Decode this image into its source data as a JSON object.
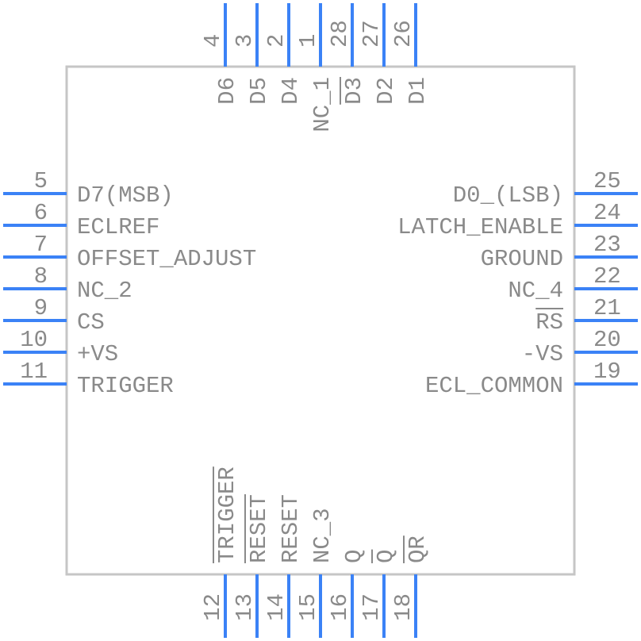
{
  "component": {
    "colors": {
      "pin": "#3b82f6",
      "text": "#8a8a8a",
      "body_outline": "#c6c6c6",
      "background": "#ffffff"
    },
    "pins": {
      "top": [
        {
          "num": "4",
          "name": "D6"
        },
        {
          "num": "3",
          "name": "D5"
        },
        {
          "num": "2",
          "name": "D4"
        },
        {
          "num": "1",
          "name": "NC_1"
        },
        {
          "num": "28",
          "name": "D3",
          "overbar": true
        },
        {
          "num": "27",
          "name": "D2"
        },
        {
          "num": "26",
          "name": "D1"
        }
      ],
      "left": [
        {
          "num": "5",
          "name": "D7(MSB)"
        },
        {
          "num": "6",
          "name": "ECLREF"
        },
        {
          "num": "7",
          "name": "OFFSET_ADJUST"
        },
        {
          "num": "8",
          "name": "NC_2"
        },
        {
          "num": "9",
          "name": "CS"
        },
        {
          "num": "10",
          "name": "+VS"
        },
        {
          "num": "11",
          "name": "TRIGGER"
        }
      ],
      "right": [
        {
          "num": "25",
          "name": "D0_(LSB)"
        },
        {
          "num": "24",
          "name": "LATCH_ENABLE"
        },
        {
          "num": "23",
          "name": "GROUND"
        },
        {
          "num": "22",
          "name": "NC_4"
        },
        {
          "num": "21",
          "name": "RS",
          "overbar": true
        },
        {
          "num": "20",
          "name": "-VS"
        },
        {
          "num": "19",
          "name": "ECL_COMMON"
        }
      ],
      "bottom": [
        {
          "num": "12",
          "name": "TRIGGER",
          "overbar": true
        },
        {
          "num": "13",
          "name": "RESET",
          "overbar": true
        },
        {
          "num": "14",
          "name": "RESET"
        },
        {
          "num": "15",
          "name": "NC_3"
        },
        {
          "num": "16",
          "name": "Q"
        },
        {
          "num": "17",
          "name": "Q",
          "overbar": true
        },
        {
          "num": "18",
          "name": "QR",
          "overbar": true
        }
      ]
    }
  }
}
